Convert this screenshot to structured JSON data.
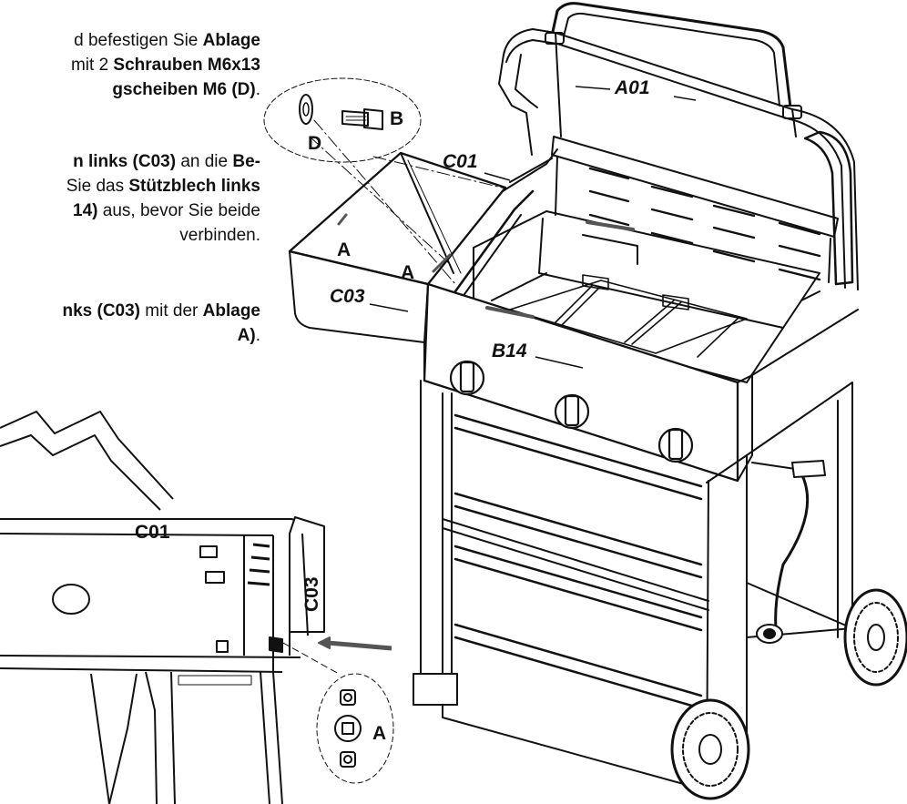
{
  "instructions": {
    "para1": {
      "line1": [
        "d befestigen Sie ",
        "Ablage"
      ],
      "line2": [
        "mit 2 ",
        "Schrauben M6x13"
      ],
      "line3": [
        "gscheiben M6 (D)",
        "."
      ]
    },
    "para2": {
      "line1": [
        "n links (C03)",
        " an die ",
        "Be-"
      ],
      "line2": [
        "Sie das ",
        "Stützblech links"
      ],
      "line3": [
        "14)",
        " aus, bevor Sie beide"
      ],
      "line4": [
        "verbinden."
      ]
    },
    "para3": {
      "line1": [
        "nks (C03)",
        " mit der ",
        "Ablage"
      ],
      "line2": [
        "A)",
        "."
      ]
    }
  },
  "labels": {
    "a01": "A01",
    "c01_top": "C01",
    "c03_top": "C03",
    "b14": "B14",
    "a_left": "A",
    "a_mid": "A",
    "b_screw": "B",
    "d_washer": "D",
    "c01_detail": "C01",
    "c03_detail": "C03",
    "a_detail": "A"
  }
}
